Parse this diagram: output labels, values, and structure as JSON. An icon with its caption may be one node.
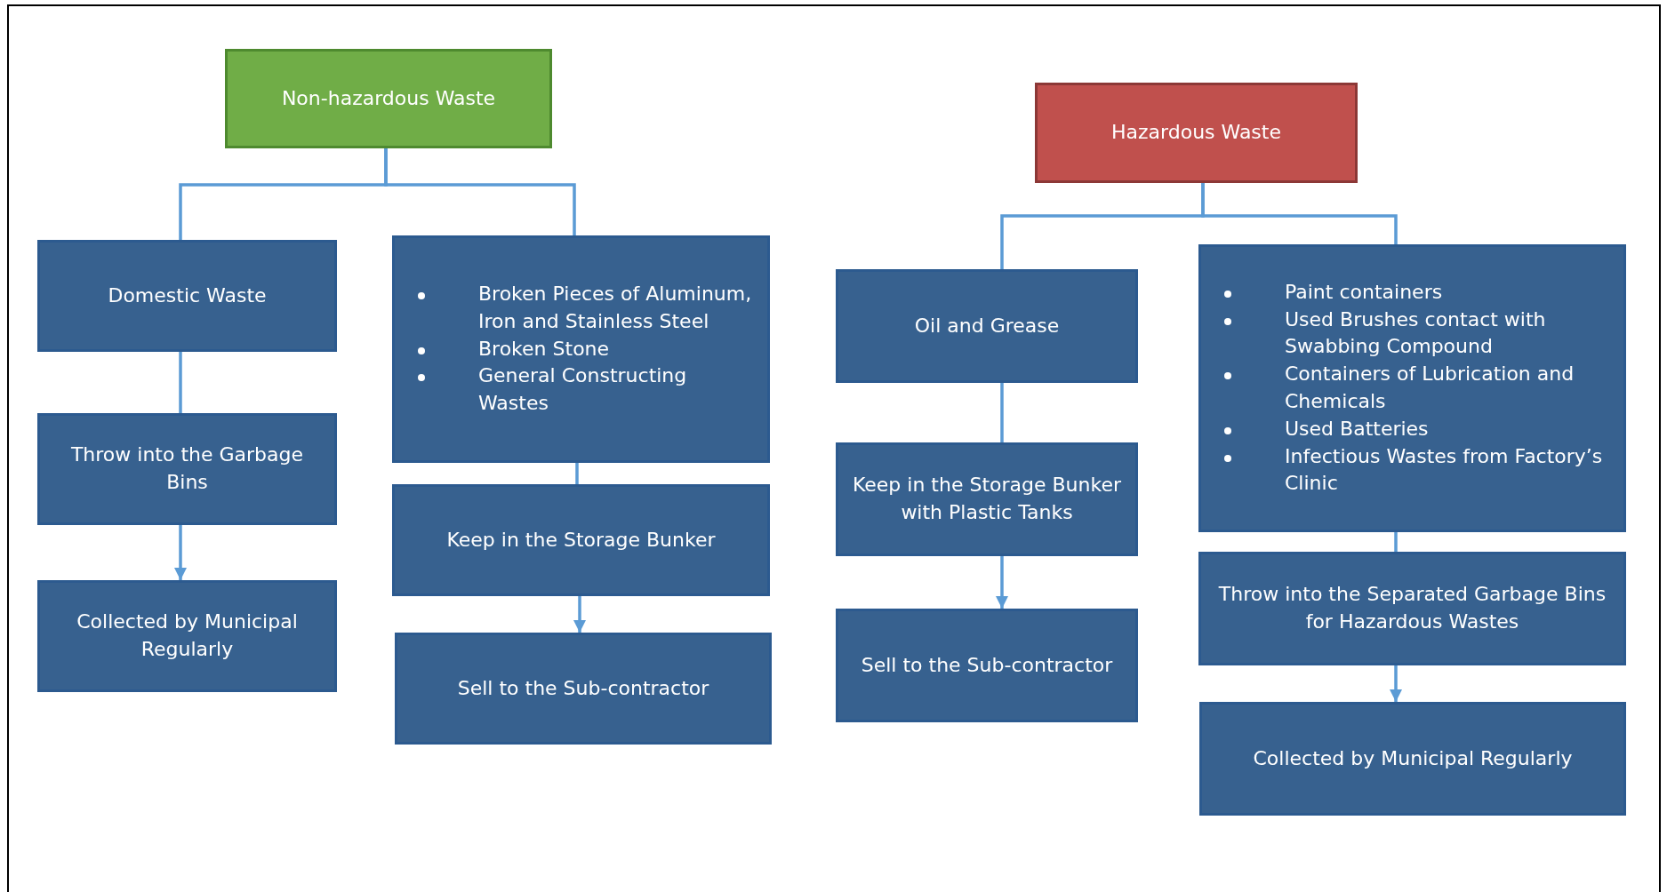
{
  "diagram": {
    "nodes": [
      {
        "text": [
          "Non-hazardous Waste"
        ]
      },
      {
        "text": [
          "Domestic Waste"
        ]
      },
      {
        "text": [
          "Broken Pieces of Aluminum, Iron and Stainless Steel",
          "Broken Stone",
          "General Constructing Wastes"
        ]
      },
      {
        "text": [
          "Throw into the Garbage Bins"
        ]
      },
      {
        "text": [
          "Keep in the Storage Bunker"
        ]
      },
      {
        "text": [
          "Collected by Municipal Regularly"
        ]
      },
      {
        "text": [
          "Sell to the Sub-contractor"
        ]
      },
      {
        "text": [
          "Hazardous Waste"
        ]
      },
      {
        "text": [
          "Oil and Grease"
        ]
      },
      {
        "text": [
          "Paint containers",
          "Used Brushes contact with Swabbing Compound",
          "Containers of Lubrication and Chemicals",
          "Used Batteries",
          "Infectious Wastes from Factory’s Clinic"
        ]
      },
      {
        "text": [
          "Keep in the Storage Bunker with Plastic Tanks"
        ]
      },
      {
        "text": [
          "Throw into the Separated Garbage Bins for Hazardous Wastes"
        ]
      },
      {
        "text": [
          "Sell to the Sub-contractor"
        ]
      },
      {
        "text": [
          "Collected by Municipal Regularly"
        ]
      }
    ],
    "edges": [
      {
        "from": 0,
        "to": 1,
        "arrow": "none"
      },
      {
        "from": 0,
        "to": 2,
        "arrow": "none"
      },
      {
        "from": 1,
        "to": 3,
        "arrow": "none"
      },
      {
        "from": 3,
        "to": 5,
        "arrow": "to"
      },
      {
        "from": 2,
        "to": 4,
        "arrow": "none"
      },
      {
        "from": 4,
        "to": 6,
        "arrow": "to"
      },
      {
        "from": 7,
        "to": 8,
        "arrow": "none"
      },
      {
        "from": 7,
        "to": 9,
        "arrow": "none"
      },
      {
        "from": 8,
        "to": 10,
        "arrow": "none"
      },
      {
        "from": 10,
        "to": 12,
        "arrow": "to"
      },
      {
        "from": 9,
        "to": 11,
        "arrow": "none"
      },
      {
        "from": 11,
        "to": 13,
        "arrow": "to"
      }
    ]
  }
}
